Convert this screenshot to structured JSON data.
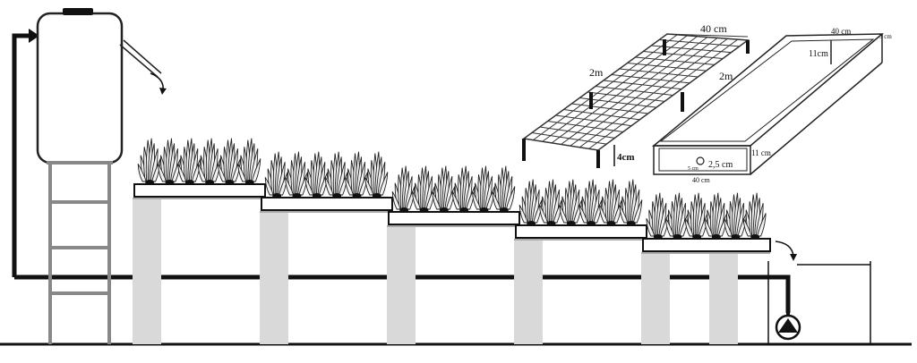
{
  "labels": {
    "grid_width": "40 cm",
    "grid_length_left": "2m",
    "grid_length_right": "2m",
    "grid_leg_height": "4cm",
    "trough_top_width": "40 cm",
    "trough_wall": "3 cm",
    "trough_depth_top": "11cm",
    "trough_depth_front": "11 cm",
    "trough_drain": "2,5 cm",
    "trough_drain_offset": "5 cm",
    "trough_bottom_width": "40 cm"
  },
  "beds": {
    "count": 5,
    "plants_per_bed": 6
  },
  "colors": {
    "line": "#111111",
    "pillar": "#d9d9d9",
    "pipe": "#111111",
    "tank_stroke": "#222222"
  },
  "icons": [
    "water-tank-icon",
    "pump-icon",
    "outlet-arrow-icon",
    "plant-icon"
  ]
}
